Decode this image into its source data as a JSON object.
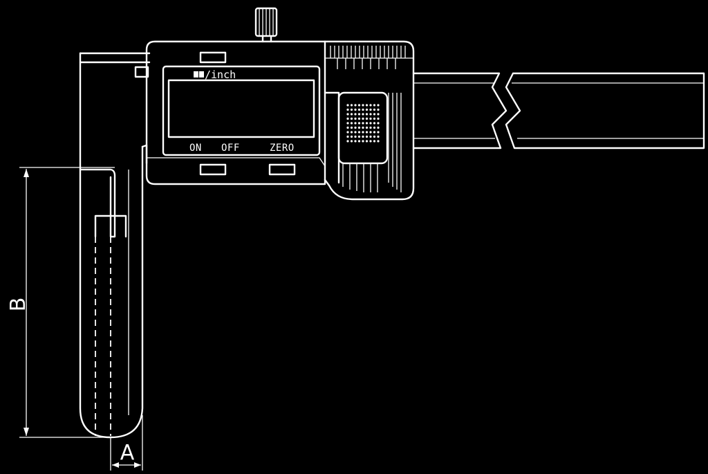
{
  "display": {
    "unit_label": "/inch",
    "on_label": "ON",
    "off_label": "OFF",
    "zero_label": "ZERO"
  },
  "dimensions": {
    "a_label": "A",
    "b_label": "B"
  },
  "colors": {
    "background": "#000000",
    "line": "#ffffff"
  }
}
